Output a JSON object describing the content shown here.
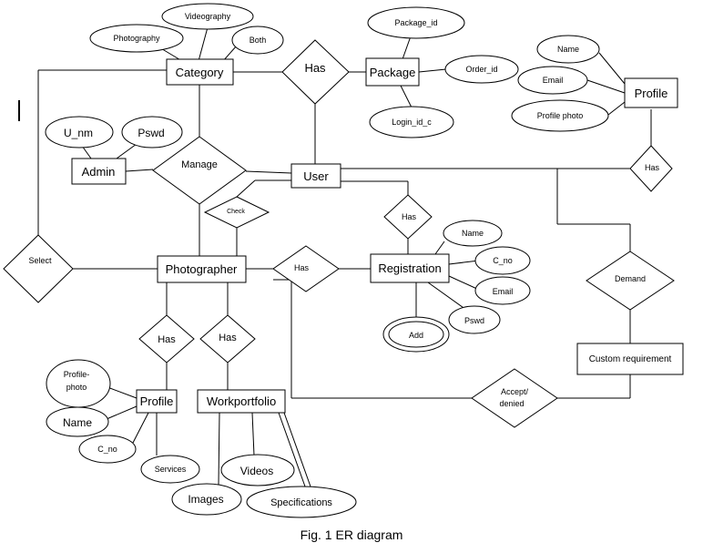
{
  "caption": "Fig. 1 ER diagram",
  "entities": {
    "category": "Category",
    "package": "Package",
    "profile_top": "Profile",
    "admin": "Admin",
    "user": "User",
    "photographer": "Photographer",
    "registration": "Registration",
    "profile_bottom": "Profile",
    "work_portfolio": "Workportfolio",
    "custom_requirement": "Custom requirement"
  },
  "relationships": {
    "has_category_package": "Has",
    "manage": "Manage",
    "select": "Select",
    "check": "Check",
    "has_user_registration": "Has",
    "has_photographer_registration": "Has",
    "has_user_profile": "Has",
    "demand": "Demand",
    "has_photographer_profile": "Has",
    "has_photographer_portfolio": "Has",
    "accept_denied_line1": "Accept/",
    "accept_denied_line2": "denied"
  },
  "attributes": {
    "videography": "Videography",
    "photography": "Photography",
    "both": "Both",
    "package_id": "Package_id",
    "order_id": "Order_id",
    "login_id_c": "Login_id_c",
    "profile_name": "Name",
    "profile_email": "Email",
    "profile_photo": "Profile photo",
    "u_nm": "U_nm",
    "pswd_admin": "Pswd",
    "reg_name": "Name",
    "reg_c_no": "C_no",
    "reg_email": "Email",
    "reg_pswd": "Pswd",
    "reg_add": "Add",
    "pp_profile_photo_line1": "Profile-",
    "pp_profile_photo_line2": "photo",
    "pp_name": "Name",
    "pp_c_no": "C_no",
    "pp_services": "Services",
    "wp_videos": "Videos",
    "wp_images": "Images",
    "wp_specifications": "Specifications"
  }
}
